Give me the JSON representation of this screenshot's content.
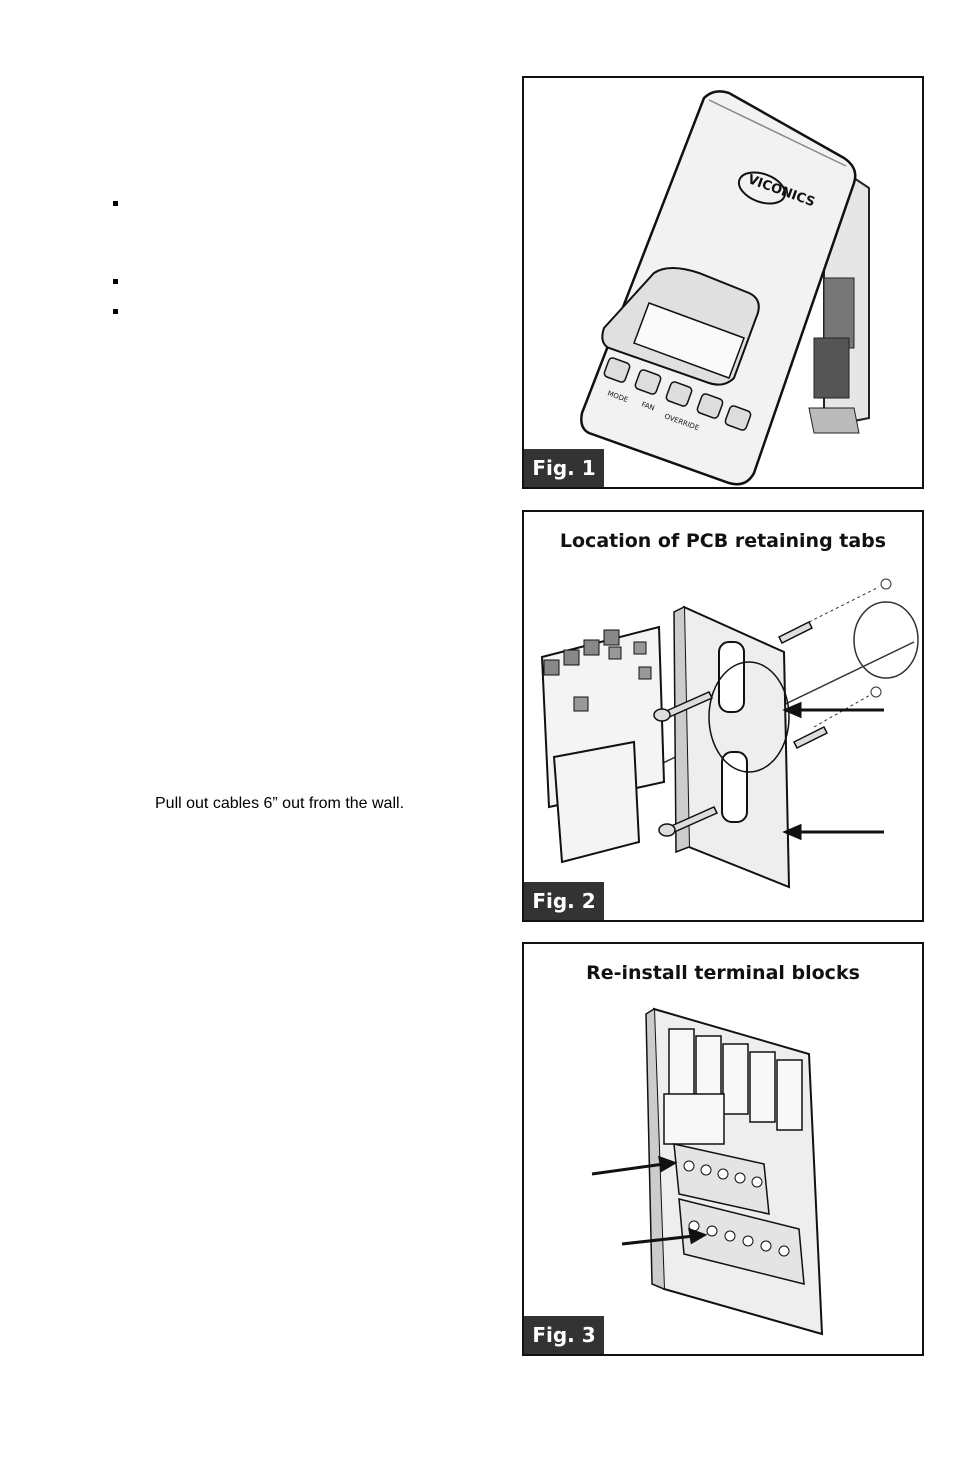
{
  "bullets": [
    "",
    "",
    ""
  ],
  "body_text": "Pull out cables 6” out from the wall.",
  "figures": [
    {
      "title": "",
      "label": "Fig. 1",
      "logo_text": "VICONICS",
      "button_labels": [
        "MODE",
        "FAN",
        "OVERRIDE"
      ]
    },
    {
      "title": "Location of PCB retaining tabs",
      "label": "Fig. 2"
    },
    {
      "title": "Re-install terminal blocks",
      "label": "Fig. 3"
    }
  ]
}
